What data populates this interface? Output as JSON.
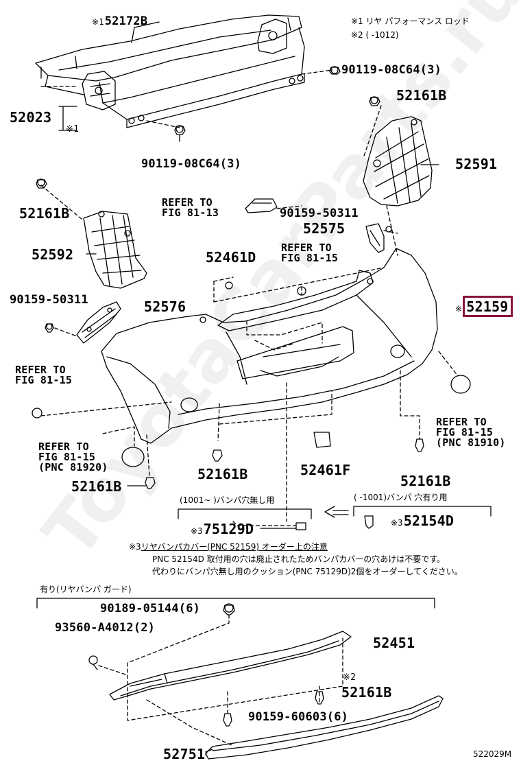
{
  "header_notes": {
    "note1": "※1 リヤ パフォーマンス ロッド",
    "note2": "※2 (        -1012)"
  },
  "parts": {
    "p52172B": "52172B",
    "p52023": "52023",
    "p90119_top": "90119-08C64(3)",
    "p90119_bot": "90119-08C64(3)",
    "p52161B_tr": "52161B",
    "p52591": "52591",
    "p52161B_left": "52161B",
    "p52592": "52592",
    "p90159_left": "90159-50311",
    "p52576": "52576",
    "p90159_mid": "90159-50311",
    "p52575": "52575",
    "p52461D": "52461D",
    "p52159": "52159",
    "p52161B_b1": "52161B",
    "p52461F": "52461F",
    "p52161B_b2": "52161B",
    "p52161B_b3": "52161B",
    "p52154D": "52154D",
    "p75129D": "75129D",
    "p90189": "90189-05144(6)",
    "p93560": "93560-A4012(2)",
    "p52451": "52451",
    "p52161B_guard": "52161B",
    "p90159_606": "90159-60603(6)",
    "p52751": "52751"
  },
  "marks": {
    "m1": "※1",
    "m1b": "※1",
    "m52159": "※",
    "m3a": "※3",
    "m3b": "※3",
    "m2": "※2"
  },
  "refs": {
    "r81_13_a": "REFER TO",
    "r81_13_b": "FIG 81-13",
    "r81_15_top_a": "REFER TO",
    "r81_15_top_b": "FIG 81-15",
    "r81_15_left_a": "REFER TO",
    "r81_15_left_b": "FIG 81-15",
    "r81_15_bl_a": "REFER TO",
    "r81_15_bl_b": "FIG 81-15",
    "r81_15_bl_c": "(PNC 81920)",
    "r81_15_br_a": "REFER TO",
    "r81_15_br_b": "FIG 81-15",
    "r81_15_br_c": "(PNC 81910)"
  },
  "notes": {
    "no_hole": "(1001~     )バンパ穴無し用",
    "with_hole": "(      -1001)バンパ 穴有り用",
    "attention_title": "リヤバンパカバー(PNC 52159) オーダー上の注意",
    "attention_line1": "PNC 52154D 取付用の穴は廃止されたためバンパカバーの穴あけは不要です。",
    "attention_line2": "代わりにバンパ穴無し用のクッション(PNC 75129D)2個をオーダーしてください。",
    "guard_title": "有り(リヤバンパ ガード)"
  },
  "watermark": "ToyotaCarParts.ru",
  "figure_code": "522029M",
  "highlight_color": "#8b1538"
}
